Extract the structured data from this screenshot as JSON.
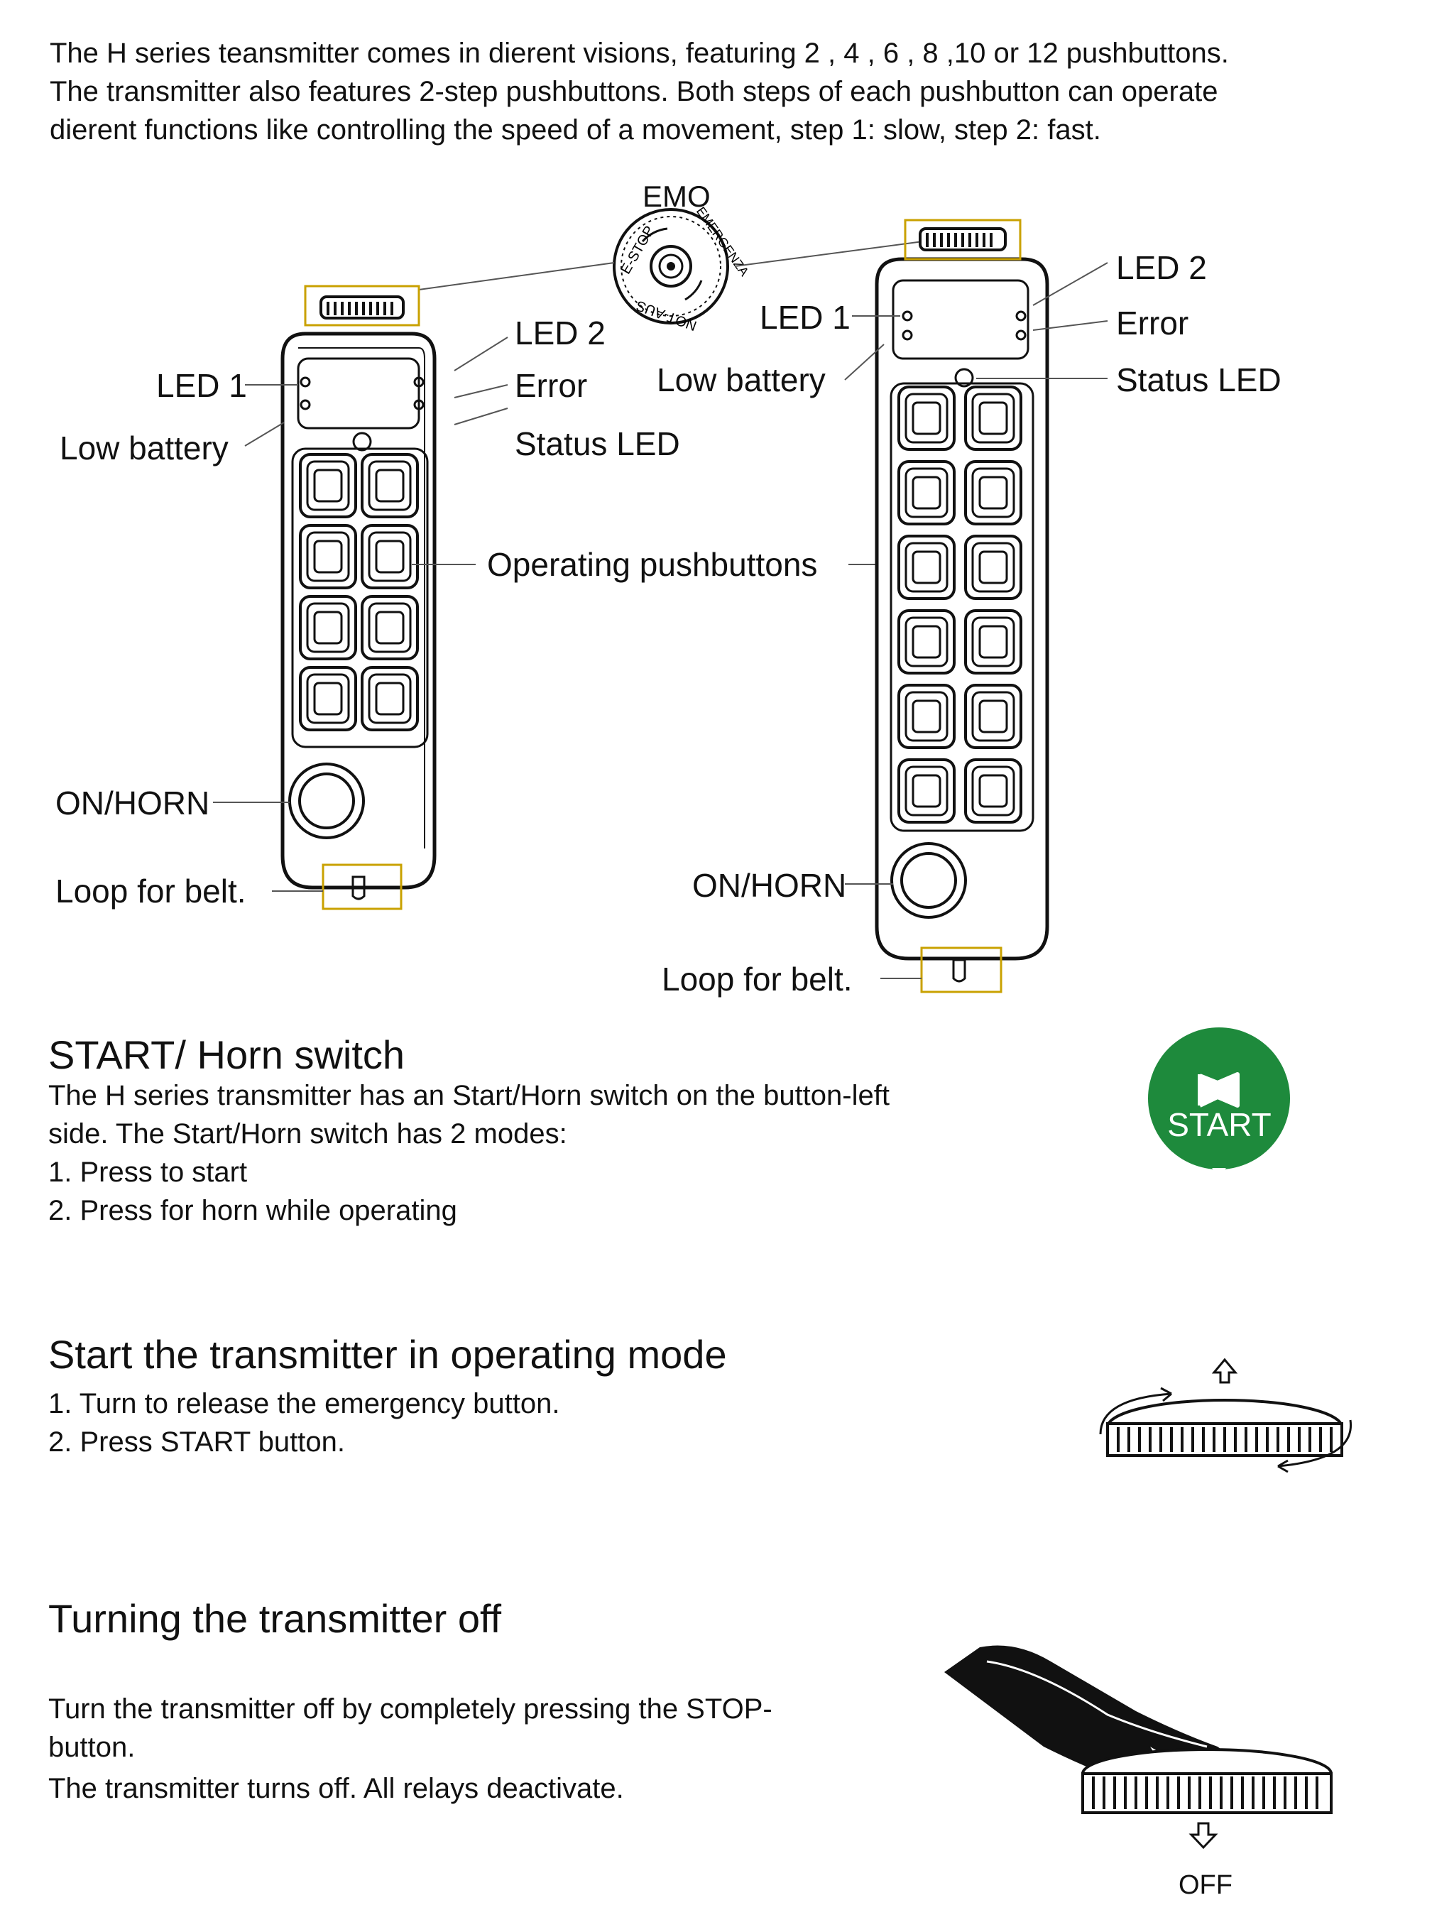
{
  "intro": {
    "line1": "The H series teansmitter comes in dierent visions, featuring 2 , 4 , 6 , 8 ,10 or 12 pushbuttons.",
    "line2": "The transmitter also features 2-step pushbuttons. Both steps of each pushbutton can operate",
    "line3": "dierent functions like controlling the speed of a movement, step 1: slow, step 2: fast."
  },
  "diagram": {
    "emo": "EMO",
    "emo_ring": {
      "estop": "E-STOP",
      "emergenza": "EMERGENZA",
      "notaus": "NOT-AUS"
    },
    "left_remote": {
      "led1": "LED 1",
      "low_battery": "Low battery",
      "led2": "LED 2",
      "error": "Error",
      "status_led": "Status LED",
      "on_horn": "ON/HORN",
      "loop": "Loop for belt."
    },
    "operating_pushbuttons": "Operating pushbuttons",
    "right_remote": {
      "led1": "LED 1",
      "low_battery": "Low battery",
      "led2": "LED 2",
      "error": "Error",
      "status_led": "Status LED",
      "on_horn": "ON/HORN",
      "loop": "Loop for belt."
    }
  },
  "start_section": {
    "title": "START/ Horn switch",
    "line1": "The H series transmitter has an Start/Horn switch on the button-left",
    "line2": "side. The Start/Horn switch has 2 modes:",
    "item1": "1. Press to start",
    "item2": "2. Press for horn while operating",
    "button_label": "START",
    "button_color": "#1e8a3c"
  },
  "operating_section": {
    "title": "Start the transmitter in operating mode",
    "item1": "1. Turn to release the emergency button.",
    "item2": "2.  Press START button."
  },
  "off_section": {
    "title": "Turning the transmitter off",
    "line1": "Turn  the  transmitter  off  by  completely  pressing  the  STOP-",
    "line2": "button.",
    "line3": "The transmitter turns off.  All relays deactivate.",
    "off_label": "OFF"
  }
}
